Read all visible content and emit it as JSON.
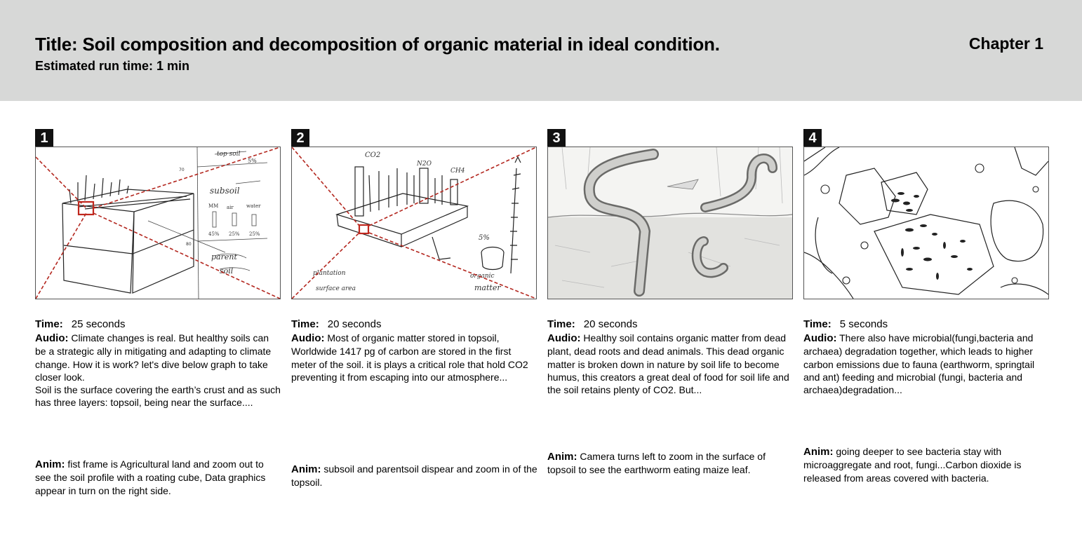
{
  "header": {
    "title": "Title: Soil composition and decomposition of organic material in ideal condition.",
    "runtime": "Estimated run time: 1 min",
    "chapter": "Chapter 1"
  },
  "labels": {
    "time": "Time:",
    "audio": "Audio:",
    "anim": "Anim:"
  },
  "panels": [
    {
      "number": "1",
      "time": "25 seconds",
      "audio": "Climate changes is real. But healthy soils can be a strategic ally in mitigating and adapting to climate change. How it is work? let's dive below graph to take closer look.\nSoil is the surface covering the earth’s crust and as such has three layers: topsoil, being near the surface....",
      "anim": "fist frame is Agricultural land and zoom out to see the soil profile with a roating cube, Data graphics appear in turn on the right side.",
      "sketch_notes": [
        "top soil",
        "5%",
        "subsoil",
        "MM",
        "air",
        "water",
        "45%",
        "25%",
        "25%",
        "parent",
        "soil",
        "70",
        "80"
      ]
    },
    {
      "number": "2",
      "time": "20 seconds",
      "audio": "Most of organic matter stored in topsoil, Worldwide 1417 pg of carbon are stored in the first meter of the soil. it is plays a critical role  that hold CO2 preventing it from escaping into our atmosphere...",
      "anim": "subsoil and parentsoil dispear and zoom in of the topsoil.",
      "sketch_notes": [
        "CO2",
        "N2O",
        "CH4",
        "5%",
        "organic",
        "matter",
        "plantation",
        "surface area"
      ]
    },
    {
      "number": "3",
      "time": "20 seconds",
      "audio": "Healthy soil contains organic matter from dead plant, dead roots and dead animals. This dead organic matter is broken down in nature by soil life to become humus, this creators a great deal of food for soil life and the soil retains plenty of CO2. But...",
      "anim": "Camera turns left to zoom in the surface of topsoil to see the earthworm eating maize leaf."
    },
    {
      "number": "4",
      "time": "5 seconds",
      "audio": "There also have microbial(fungi,bacteria and archaea) degradation together, which leads to higher carbon emissions due to fauna (earthworm, springtail and ant) feeding and microbial (fungi, bacteria and archaea)degradation...",
      "anim": "going deeper to see bacteria stay with microaggregate and root, fungi...Carbon dioxide is released from areas covered with bacteria."
    }
  ]
}
